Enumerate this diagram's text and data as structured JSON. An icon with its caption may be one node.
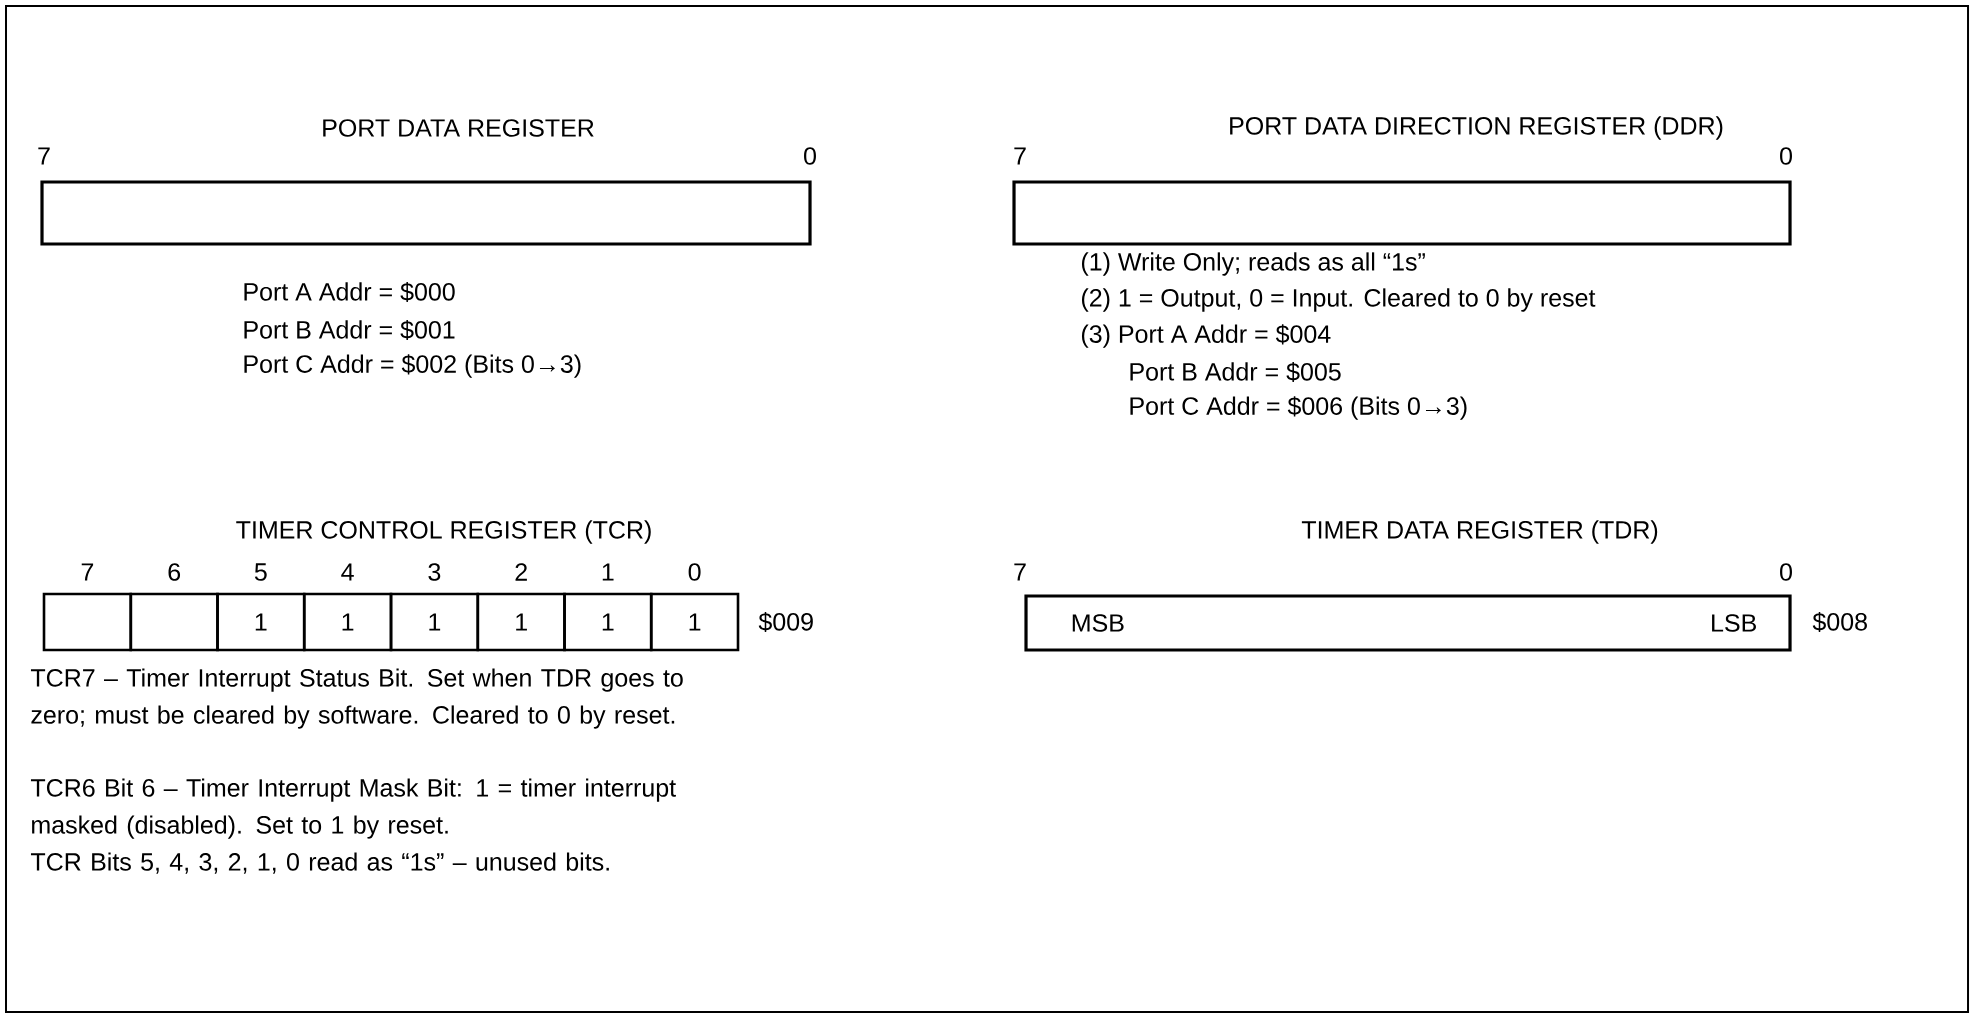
{
  "diagram": {
    "nodes": [
      {
        "text": [],
        "shape": "box"
      },
      {
        "text": [],
        "shape": "box"
      },
      {
        "text": [],
        "shape": "box"
      },
      {
        "text": [],
        "shape": "box"
      },
      {
        "text": [
          "1"
        ]
      },
      {
        "text": [
          "1"
        ]
      },
      {
        "text": [
          "1"
        ]
      },
      {
        "text": [
          "1"
        ]
      },
      {
        "text": [
          "1"
        ]
      },
      {
        "text": [
          "1"
        ]
      },
      {
        "text": [
          "MSB",
          "LSB"
        ]
      }
    ],
    "labels": [
      "PORT DATA REGISTER",
      "7",
      "0",
      "PORT DATA DIRECTION REGISTER (DDR)",
      "7",
      "0",
      "Port A Addr = $000",
      "Port B Addr = $001",
      "Port C Addr = $002 (Bits 0→3)",
      "(1) Write Only; reads as all “1s”",
      "(2) 1 = Output, 0 = Input. Cleared to 0 by reset",
      "(3) Port A Addr = $004",
      "Port B Addr = $005",
      "Port C Addr = $006 (Bits 0→3)",
      "TIMER CONTROL REGISTER (TCR)",
      "7",
      "6",
      "5",
      "4",
      "3",
      "2",
      "1",
      "0",
      "$009",
      "TCR7 – Timer Interrupt Status Bit. Set when TDR goes to zero; must be cleared by software. Cleared to 0 by reset.",
      "TCR6 Bit 6 – Timer Interrupt Mask Bit: 1 = timer interrupt masked (disabled). Set to 1 by reset.",
      "TCR Bits 5, 4, 3, 2, 1, 0 read as “1s” – unused bits.",
      "TIMER DATA REGISTER (TDR)",
      "7",
      "0",
      "$008"
    ]
  }
}
